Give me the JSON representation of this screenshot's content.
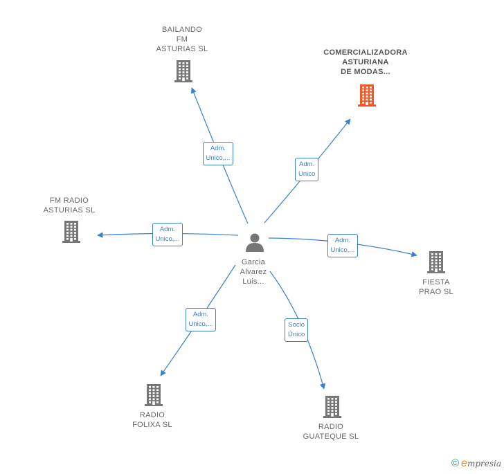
{
  "person": {
    "label": "Garcia\nAlvarez\nLuis..."
  },
  "companies": [
    {
      "id": "bailando",
      "label": "BAILANDO\nFM\nASTURIAS  SL",
      "highlight": false
    },
    {
      "id": "comercializadora",
      "label": "COMERCIALIZADORA\nASTURIANA\nDE MODAS...",
      "highlight": true
    },
    {
      "id": "fmradio",
      "label": "FM RADIO\nASTURIAS  SL",
      "highlight": false
    },
    {
      "id": "fiesta",
      "label": "FIESTA\nPRAO  SL",
      "highlight": false
    },
    {
      "id": "folixa",
      "label": "RADIO\nFOLIXA  SL",
      "highlight": false
    },
    {
      "id": "guateque",
      "label": "RADIO\nGUATEQUE  SL",
      "highlight": false
    }
  ],
  "edges": [
    {
      "to": "bailando",
      "label": "Adm.\nUnico,..."
    },
    {
      "to": "comercializadora",
      "label": "Adm.\nUnico"
    },
    {
      "to": "fmradio",
      "label": "Adm.\nUnico,..."
    },
    {
      "to": "fiesta",
      "label": "Adm.\nUnico,..."
    },
    {
      "to": "folixa",
      "label": "Adm.\nUnico,..."
    },
    {
      "to": "guateque",
      "label": "Socio\nÚnico"
    }
  ],
  "colors": {
    "edge": "#3a7fd0",
    "building": "#777777",
    "highlight": "#f05a28",
    "person": "#777777"
  },
  "footer": {
    "copyright": "©",
    "brand_initial": "e",
    "brand_rest": "mpresia"
  }
}
